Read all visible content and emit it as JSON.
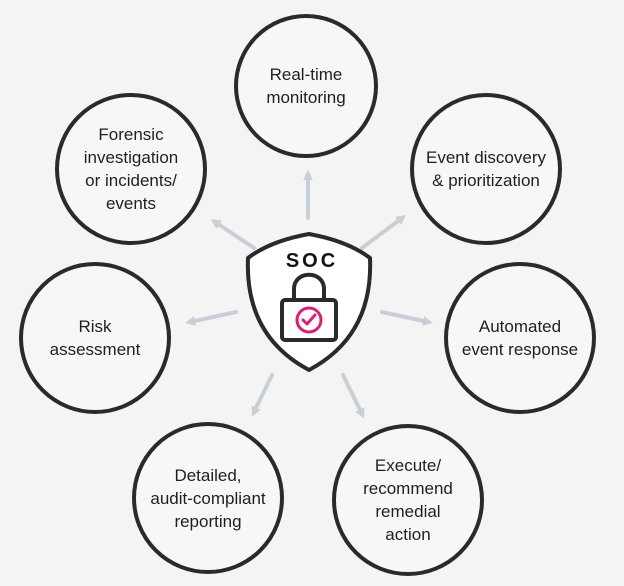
{
  "center": {
    "title": "SOC",
    "icon": "shield-padlock-check-icon",
    "accent_color": "#d6207a"
  },
  "nodes": [
    {
      "id": "real-time-monitoring",
      "label": "Real-time\nmonitoring"
    },
    {
      "id": "event-discovery",
      "label": "Event discovery\n& prioritization"
    },
    {
      "id": "automated-event-response",
      "label": "Automated\nevent response"
    },
    {
      "id": "execute-recommend-remedial-action",
      "label": "Execute/\nrecommend\nremedial\naction"
    },
    {
      "id": "audit-compliant-reporting",
      "label": "Detailed,\naudit-compliant\nreporting"
    },
    {
      "id": "risk-assessment",
      "label": "Risk\nassessment"
    },
    {
      "id": "forensic-investigation",
      "label": "Forensic\ninvestigation\nor incidents/\nevents"
    }
  ],
  "colors": {
    "background": "#f4f4f5",
    "outline": "#2a2a2a",
    "arrow": "#c9cfd6",
    "accent": "#d6207a"
  }
}
